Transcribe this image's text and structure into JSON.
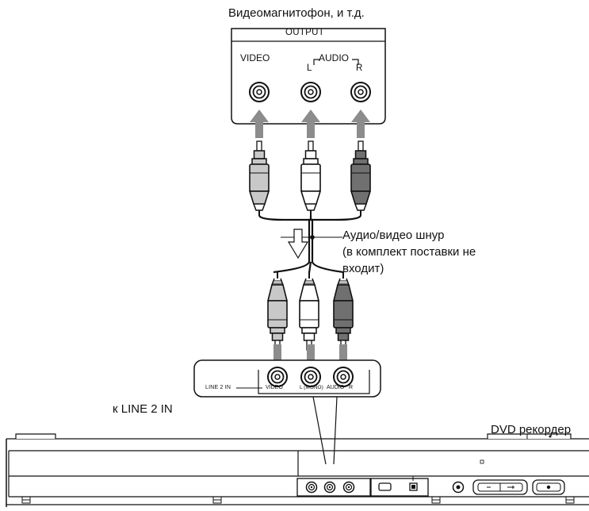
{
  "labels": {
    "source_device": "Видеомагнитофон, и т.д.",
    "output_panel_title": "OUTPUT",
    "video": "VIDEO",
    "audio": "AUDIO",
    "left": "L",
    "right": "R",
    "cable_line1": "Аудио/видео шнур",
    "cable_line2": "(в комплект поставки не",
    "cable_line3": "входит)",
    "panel_line2_in": "LINE 2 IN",
    "panel_video": "VIDEO",
    "panel_l_mono": "L (MONO)",
    "panel_audio": "AUDIO",
    "panel_r": "R",
    "to_line2_in": "к LINE 2 IN",
    "recorder": "DVD рекордер"
  },
  "colors": {
    "ink": "#111111",
    "arrow_gray": "#8c8c8c",
    "plug_white": "#ffffff",
    "plug_light": "#c8c8c8",
    "plug_dark": "#707070"
  }
}
